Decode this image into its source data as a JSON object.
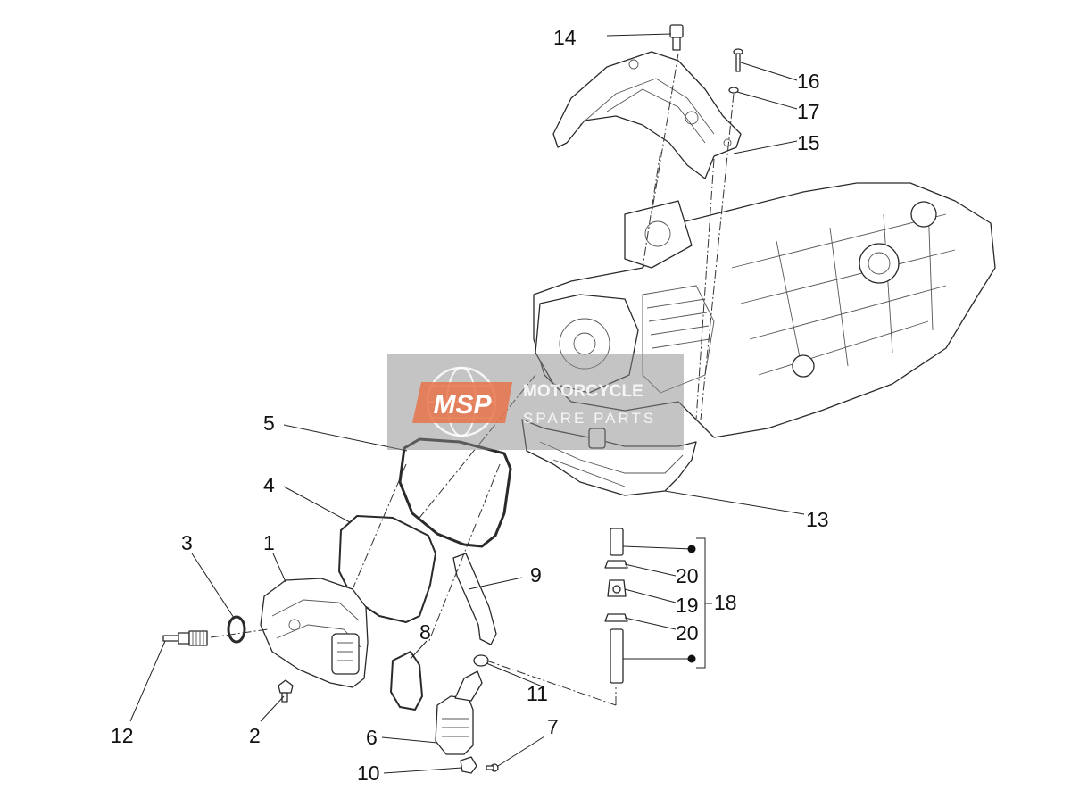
{
  "watermark": {
    "logo_text": "MSP",
    "line1": "MOTORCYCLE",
    "line2": "SPARE PARTS",
    "colors": {
      "band": "#8a8a8a",
      "logo": "#e8734a"
    }
  },
  "callouts": {
    "n1": "1",
    "n2": "2",
    "n3": "3",
    "n4": "4",
    "n5": "5",
    "n6": "6",
    "n7": "7",
    "n8": "8",
    "n9": "9",
    "n10": "10",
    "n11": "11",
    "n12": "12",
    "n13": "13",
    "n14": "14",
    "n15": "15",
    "n16": "16",
    "n17": "17",
    "n18": "18",
    "n19": "19",
    "n20a": "20",
    "n20b": "20"
  }
}
